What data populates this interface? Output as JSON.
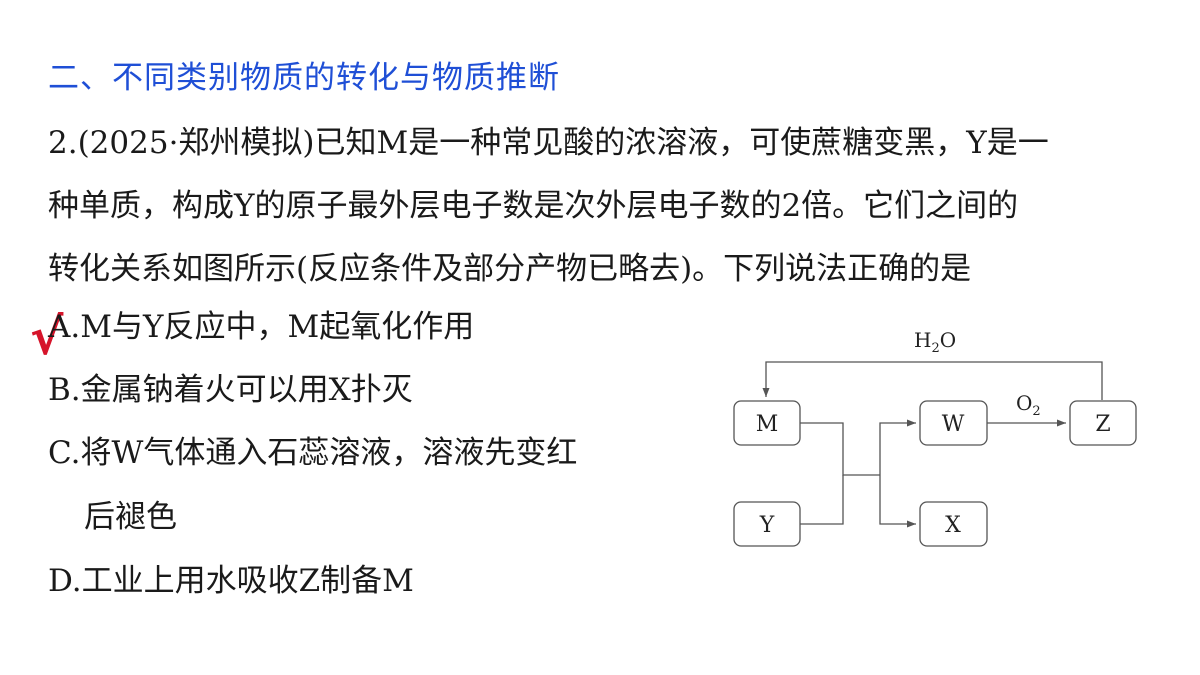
{
  "section_title": "二、不同类别物质的转化与物质推断",
  "question": {
    "lines": [
      "2.(2025·郑州模拟)已知M是一种常见酸的浓溶液，可使蔗糖变黑，Y是一",
      "种单质，构成Y的原子最外层电子数是次外层电子数的2倍。它们之间的",
      "转化关系如图所示(反应条件及部分产物已略去)。下列说法正确的是"
    ]
  },
  "options": {
    "A": "A.M与Y反应中，M起氧化作用",
    "B": "B.金属钠着火可以用X扑灭",
    "C": "C.将W气体通入石蕊溶液，溶液先变红",
    "C_cont": "后褪色",
    "D": "D.工业上用水吸收Z制备M"
  },
  "answer_mark": "√",
  "diagram": {
    "nodes": {
      "M": "M",
      "Y": "Y",
      "W": "W",
      "X": "X",
      "Z": "Z"
    },
    "labels": {
      "h2o_main": "H",
      "h2o_sub": "2",
      "h2o_tail": "O",
      "o2_main": "O",
      "o2_sub": "2"
    }
  },
  "colors": {
    "title": "#1f4fd6",
    "check": "#d6142a"
  }
}
